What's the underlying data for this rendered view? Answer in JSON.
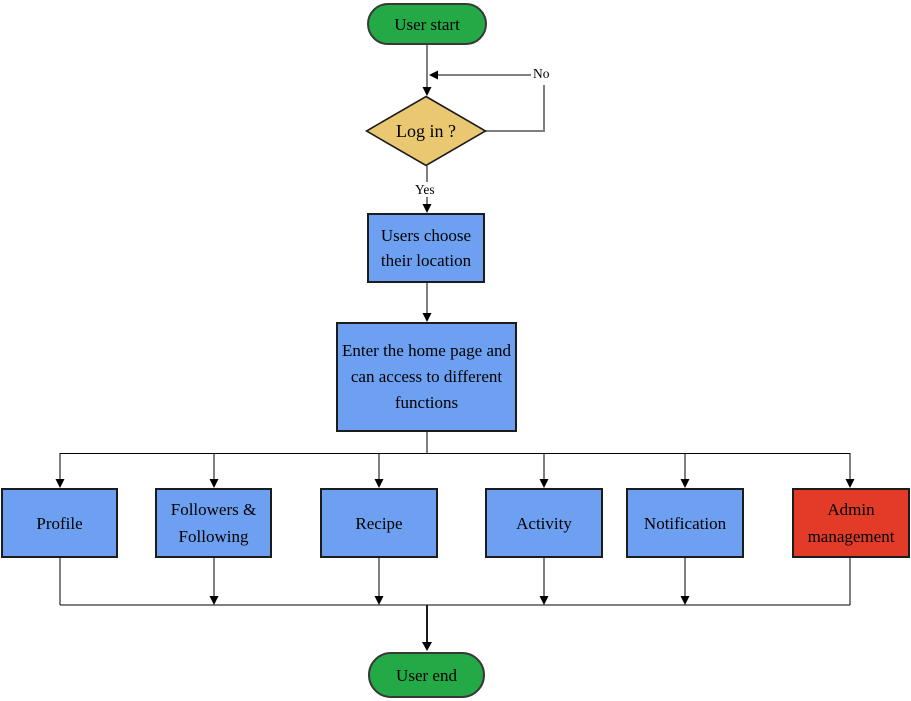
{
  "diagram": {
    "type": "flowchart",
    "nodes": {
      "user_start": {
        "label": "User start",
        "shape": "terminator"
      },
      "login": {
        "label": "Log in ?",
        "shape": "decision"
      },
      "users_choose": {
        "label": "Users choose their location",
        "shape": "process"
      },
      "enter_home": {
        "label": "Enter the home page and can access to different functions",
        "shape": "process"
      },
      "profile": {
        "label": "Profile",
        "shape": "process"
      },
      "followers": {
        "label": "Followers & Following",
        "shape": "process"
      },
      "recipe": {
        "label": "Recipe",
        "shape": "process"
      },
      "activity": {
        "label": "Activity",
        "shape": "process"
      },
      "notification": {
        "label": "Notification",
        "shape": "process"
      },
      "admin": {
        "label": "Admin management",
        "shape": "process-highlight"
      },
      "user_end": {
        "label": "User end",
        "shape": "terminator"
      }
    },
    "edge_labels": {
      "no": "No",
      "yes": "Yes"
    },
    "colors": {
      "terminator_fill": "#23A945",
      "process_fill": "#6EA0F1",
      "decision_fill": "#EAC872",
      "admin_fill": "#E23B27",
      "spine_line": "#7F7F7F",
      "branch_line": "#000000"
    }
  }
}
